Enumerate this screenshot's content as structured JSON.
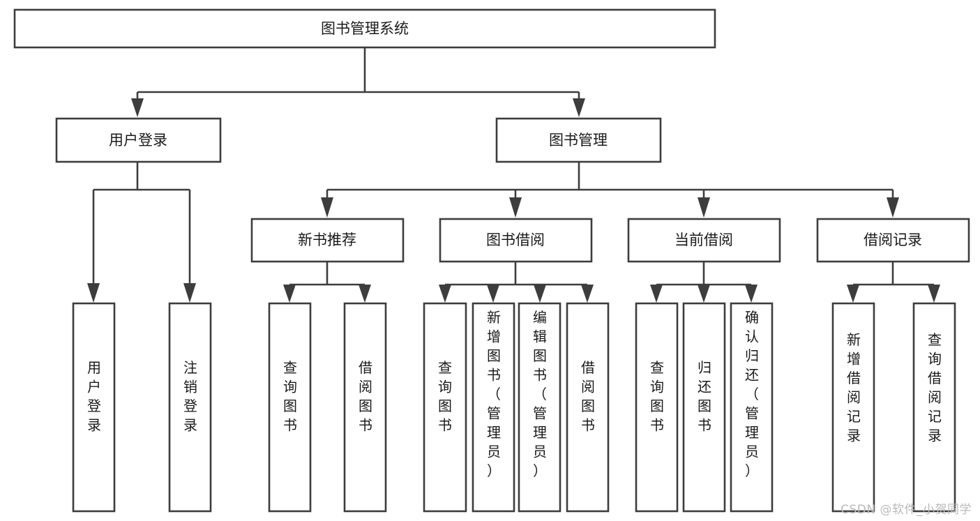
{
  "diagram": {
    "type": "tree-hierarchy",
    "title": "图书管理系统",
    "watermark": "CSDN @软件_小贺同学",
    "colors": {
      "stroke": "#3d3d3d",
      "fill": "#ffffff",
      "text": "#1a1a1a",
      "watermark": "#b9b9b9"
    },
    "levels": {
      "root": {
        "label": "图书管理系统"
      },
      "level2": [
        {
          "label": "用户登录"
        },
        {
          "label": "图书管理"
        }
      ],
      "level3": [
        {
          "label": "新书推荐",
          "parent": "图书管理"
        },
        {
          "label": "图书借阅",
          "parent": "图书管理"
        },
        {
          "label": "当前借阅",
          "parent": "图书管理"
        },
        {
          "label": "借阅记录",
          "parent": "图书管理"
        }
      ],
      "leaves": [
        {
          "label": "用户登录",
          "parent": "用户登录"
        },
        {
          "label": "注销登录",
          "parent": "用户登录"
        },
        {
          "label": "查询图书",
          "parent": "新书推荐"
        },
        {
          "label": "借阅图书",
          "parent": "新书推荐"
        },
        {
          "label": "查询图书",
          "parent": "图书借阅"
        },
        {
          "label": "新增图书（管理员）",
          "parent": "图书借阅"
        },
        {
          "label": "编辑图书（管理员）",
          "parent": "图书借阅"
        },
        {
          "label": "借阅图书",
          "parent": "图书借阅"
        },
        {
          "label": "查询图书",
          "parent": "当前借阅"
        },
        {
          "label": "归还图书",
          "parent": "当前借阅"
        },
        {
          "label": "确认归还（管理员）",
          "parent": "当前借阅"
        },
        {
          "label": "新增借阅记录",
          "parent": "借阅记录"
        },
        {
          "label": "查询借阅记录",
          "parent": "借阅记录"
        }
      ]
    }
  }
}
